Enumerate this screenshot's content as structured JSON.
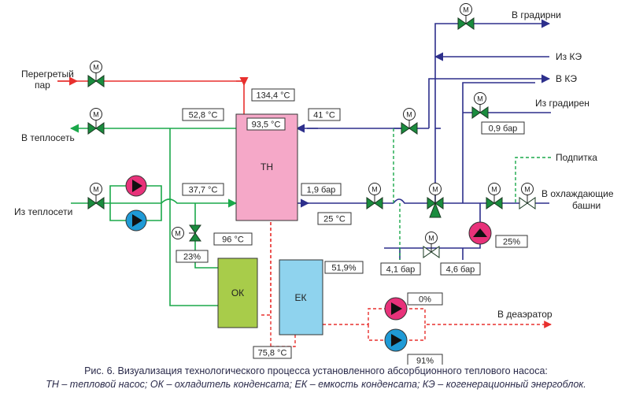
{
  "labels": {
    "steam": [
      "Перегретый",
      "пар"
    ],
    "to_heat_net": "В теплосеть",
    "from_heat_net": "Из теплосети",
    "to_cooling_towers": "В градирни",
    "from_cogen_1": "Из КЭ",
    "to_cogen": "В КЭ",
    "from_cooling_towers": "Из градирен",
    "makeup": "Подпитка",
    "to_cooling_towers_2": [
      "В охлаждающие",
      "башни"
    ],
    "to_deaerator": "В деаэратор"
  },
  "equipment": {
    "th": "ТН",
    "ok": "ОК",
    "ek": "ЕК"
  },
  "valve_letter": "M",
  "readings": {
    "t_steam": "134,4 °C",
    "t_hot_out": "52,8 °C",
    "t_th": "93,5 °C",
    "t_cogen": "41 °C",
    "t_return": "37,7 °C",
    "p_1": "1,9 бар",
    "t_25": "25 °C",
    "t_96": "96 °C",
    "valve_23": "23%",
    "level_ek": "51,9%",
    "t_75": "75,8 °C",
    "p_09": "0,9 бар",
    "pump_25": "25%",
    "p_41": "4,1 бар",
    "p_46": "4,6 бар",
    "pump_0": "0%",
    "pump_91": "91%"
  },
  "caption": {
    "line1": "Рис. 6. Визуализация технологического процесса установленного абсорбционного теплового насоса:",
    "line2": "ТН – тепловой насос; ОК – охладитель конденсата; ЕК – емкость конденсата; КЭ – когенерационный энергоблок."
  },
  "colors": {
    "steam": "#e8302e",
    "hot_water": "#1aa84a",
    "cooling": "#2d2f8c",
    "condensate": "#e8302e",
    "valve": "#1a8c3e",
    "th_fill": "#f5a8c8",
    "ok_fill": "#a8cc4a",
    "ek_fill": "#8fd3ee",
    "pump_pink": "#e8327a",
    "pump_blue": "#1f9ad6"
  }
}
